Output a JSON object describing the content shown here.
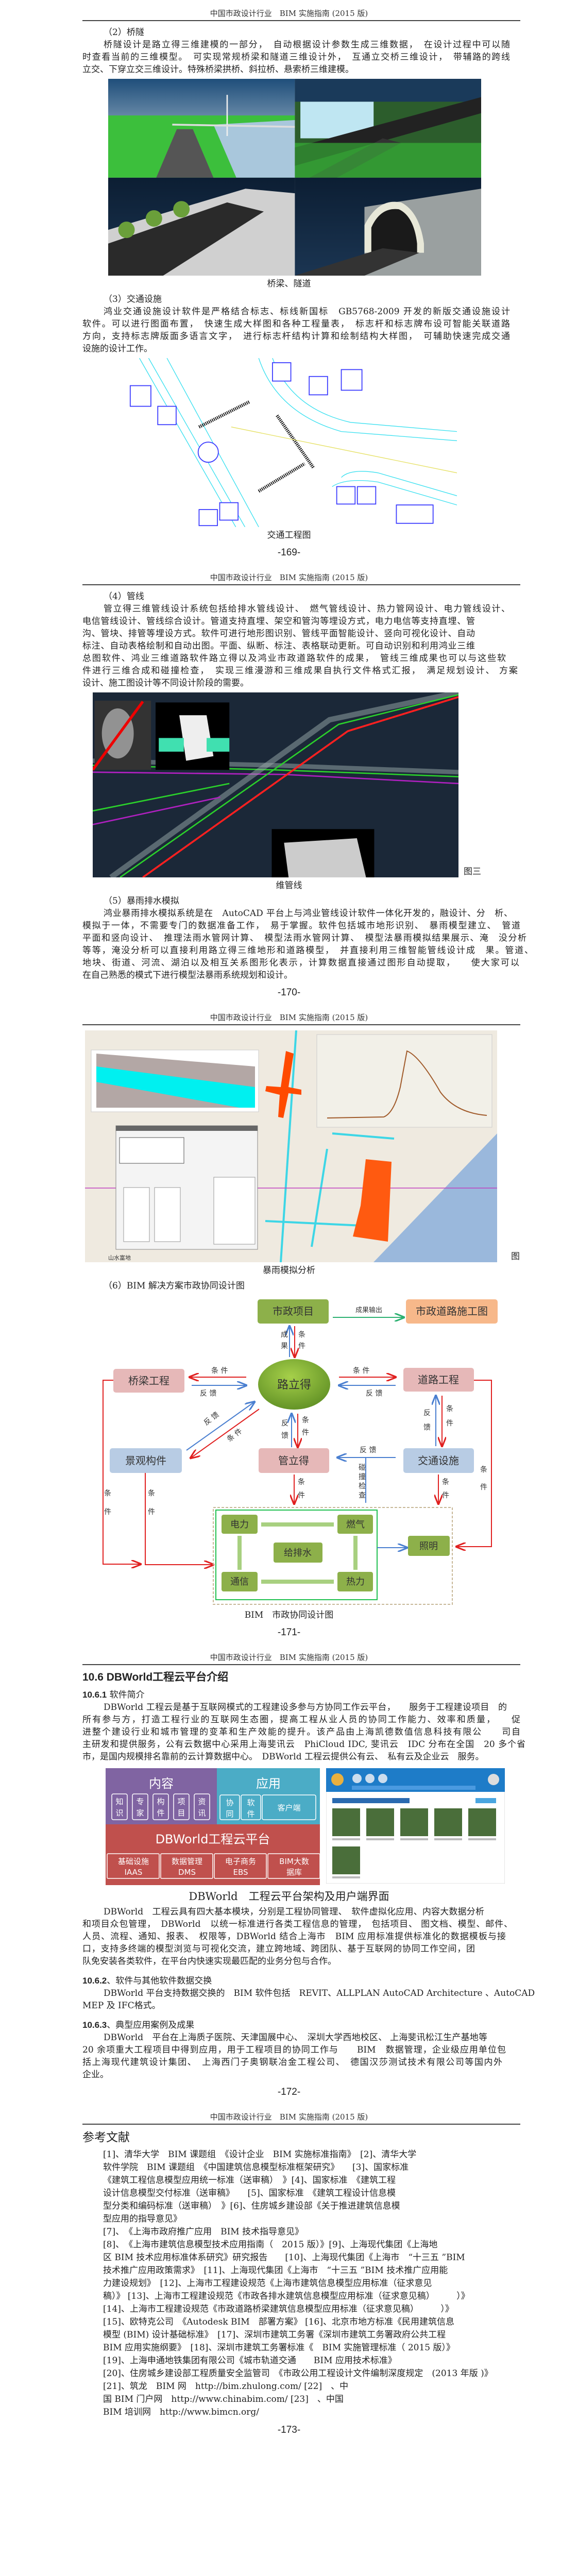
{
  "running_header": "中国市政设计行业　BIM 实施指南 (2015 版)",
  "page1": {
    "heading_bridge": "（2）桥隧",
    "bridge_lines": [
      "桥隧设计是路立得三维建模的一部分，　自动根据设计参数生成三维数据，　在设计过程中可以随",
      "时查看当前的三维模型。　可实现常规桥梁和隧道三维设计外，　互通立交桥三维设计，　带辅路的跨线",
      "立交、下穿立交三维设计。特殊桥梁拱桥、斜拉桥、悬索桥三维建模。"
    ],
    "bridge_caption": "桥梁、隧道",
    "heading_traffic": "（3）交通设施",
    "traffic_lines": [
      "鸿业交通设施设计软件是严格结合标志、标线新国标　GB5768-2009 开发的新版交通设施设计",
      "软件。可以进行图面布置，　快速生成大样图和各种工程量表，　标志杆和标志牌布设可智能关联道路",
      "方向，支持标志牌版面多语言文字，　进行标志杆结构计算和绘制结构大样图，　可辅助快速完成交通",
      "设施的设计工作。"
    ],
    "traffic_caption": "交通工程图",
    "page_number": "-169-"
  },
  "page2": {
    "heading_pipe": "（4）管线",
    "pipe_lines": [
      "管立得三维管线设计系统包括给排水管线设计、　燃气管线设计、热力管网设计、电力管线设计、",
      "电信管线设计、管线综合设计。管道支持直埋、架空和管沟等埋设方式，电力电信等支持直埋、管",
      "沟、管块、排管等埋设方式。软件可进行地形图识别、管线平面智能设计、竖向可视化设计、自动",
      "标注、自动表格绘制和自动出图。平面、纵断、标注、表格联动更新。可自动识别和利用鸿业三维",
      "总图软件、鸿业三维道路软件路立得以及鸿业市政道路软件的成果，　管线三维成果也可以与这些软",
      "件进行三维合成和碰撞检查，　实现三维漫游和三维成果自执行文件格式汇报，　满足规划设计、 方案",
      "设计、施工图设计等不同设计阶段的需要。"
    ],
    "pipe_caption_side": "图三",
    "pipe_caption": "维管线",
    "heading_storm": "（5）暴雨排水模拟",
    "storm_lines": [
      "鸿业暴雨排水模拟系统是在　AutoCAD 平台上与鸿业管线设计软件一体化开发的，融设计、分　析、",
      "模拟于一体，不需要专门的数据准备工作，　易于掌握。软件包括城市地形识别、　暴雨模型建立、　管道",
      "平面和竖向设计、　推理法雨水管网计算、　模型法雨水管网计算、　模型法暴雨模拟结果展示、淹　没分析",
      "等等，淹没分析可以直接利用路立得三维地形和道路模型，　并直接利用三维智能管线设计成　果。管道、",
      "地块、街道、河流、湖泊以及相互关系图形化表示，计算数据直接通过图形自动提取，　　使大家可以",
      "在自己熟悉的模式下进行模型法暴雨系统规划和设计。"
    ],
    "page_number": "-170-"
  },
  "page3": {
    "storm_caption_side": "图",
    "storm_caption": "暴雨模拟分析",
    "map_label": "山水富地",
    "heading_collab": "（6）BIM 解决方案市政协同设计图",
    "diagram": {
      "municipal_project": "市政项目",
      "road_drawings": "市政道路施工图",
      "output_label": "成果输出",
      "bridge": "桥梁工程",
      "luli": "路立得",
      "road": "道路工程",
      "landscape": "景观构件",
      "guanli": "管立得",
      "traffic": "交通设施",
      "power": "电力",
      "gas": "燃气",
      "water": "给排水",
      "telecom": "通信",
      "heat": "热力",
      "lighting": "照明",
      "cond": "条",
      "cond2": "件",
      "cond_h": "条 件",
      "fb": "反",
      "fb2": "馈",
      "fb_h": "反 馈",
      "res": "成",
      "res2": "果",
      "clash": [
        "碰",
        "撞",
        "检",
        "查"
      ]
    },
    "diagram_caption": "BIM　市政协同设计图",
    "page_number": "-171-"
  },
  "page4": {
    "section_title": "10.6 DBWorld工程云平台介绍",
    "sub1_num": "10.6.1",
    "sub1_title": " 软件简介",
    "intro_lines": [
      "DBWorld 工程云是基于互联网模式的工程建设多参与方协同工作云平台，　　服务于工程建设项目　的",
      "所有参与方，打造工程行业的互联网生态圈，提高工程从业人员的协同工作能力、效率和质量，　　促",
      "进整个建设行业和城市管理的变革和生产效能的提升。该产品由上海凯德数值信息科技有限公　　司自",
      "主研发和提供服务，公有云数据中心采用上海斐讯云　PhiCloud IDC, 斐讯云　IDC 分布在全国　20 多个省",
      "市，是国内规模排名靠前的云计算数据中心。　DBWorld 工程云提供公有云、　私有云及企业云　服务。"
    ],
    "arch": {
      "content": "内容",
      "content_items": [
        "知识",
        "专家",
        "构件",
        "项目",
        "资讯"
      ],
      "app": "应用",
      "app_items": [
        "协同",
        "软件",
        "客户端"
      ],
      "platform": "DBWorld工程云平台",
      "base_items": [
        {
          "line1": "基础设施",
          "line2": "IAAS"
        },
        {
          "line1": "数据管理",
          "line2": "DMS"
        },
        {
          "line1": "电子商务",
          "line2": "EBS"
        },
        {
          "line1": "BIM大数",
          "line2": "据库"
        }
      ]
    },
    "figure_caption": "DBWorld　工程云平台架构及用户端界面",
    "module_lines": [
      "DBWorld　工程云具有四大基本模块，分别是工程协同管理、　软件虚拟化应用、内容大数据分析",
      "和项目众包管理，　DBWorld　以统一标准进行各类工程信息的管理，　包括项目、 图文档、模型、邮件、",
      "人员、流程、通知、报表、　权限等，DBWorld 结合上海市　BIM 应用标准提供标准化的数据模板与接",
      "口，支持多终端的模型浏览与可视化交流，建立跨地域、跨团队、基于互联网的协同工作空间，团",
      "队免安装各类软件，在平台内快速实现最匹配的业务分包与合作。"
    ],
    "sub2_num": "10.6.2",
    "sub2_title": "、软件与其他软件数据交换",
    "exchange_lines": [
      "DBWorld 平台支持数据交换的　BIM 软件包括　REVIT、ALLPLAN AutoCAD Architecture 、AutoCAD",
      "MEP 及 IFC格式。"
    ],
    "sub3_num": "10.6.3",
    "sub3_title": "、典型应用案例及成果",
    "case_lines": [
      "DBWorld　平台在上海质子医院、天津国展中心、　深圳大学西地校区、 上海斐讯松江生产基地等",
      "20 余项重大工程项目中得到应用，用于工程项目的协同工作与　　BIM　数据管理，企业级应用单位包",
      "括上海现代建筑设计集团、　上海西门子奥钢联冶金工程公司、　德国汉莎测试技术有限公司等国内外",
      "企业。"
    ],
    "page_number": "-172-"
  },
  "page5": {
    "title": "参考文献",
    "ref_lines": [
      "[1]、清华大学　BIM 课题组　《设计企业　BIM 实施标准指南》　[2]、清华大学",
      "软件学院　BIM 课题组　《中国建筑信息模型标准框架研究》　　[3]、国家标准",
      "《建筑工程信息模型应用统一标准（送审稿）　》[4]、国家标准　《建筑工程",
      "设计信息模型交付标准（送审稿》　　[5]、国家标准　《建筑工程设计信息模",
      "型分类和编码标准（送审稿）　》[6]、住房城乡建设部《关于推进建筑信息模",
      "型应用的指导意见》",
      "[7]、　《上海市政府推广应用　BIM 技术指导意见》",
      "[8]、　《上海市建筑信息模型技术应用指南（　2015 版）》[9]、上海现代集团《上海地",
      "区 BIM 技术应用标准体系研究》研究报告　　[10]、上海现代集团《上海市　“十三五 ”BIM",
      "技术推广应用政策需求》　[11]、上海现代集团《上海市　“十三五 ”BIM 技术推广应用能",
      "力建设规划》　[12]、上海市工程建设规范《上海市建筑信息模型应用标准（征求意见",
      "稿）》 [13]、上海市工程建设规范《市政各排水建筑信息模型应用标准（征求意见稿）　　　）》",
      "[14]、上海市工程建设规范《市政道路桥梁建筑信息模型应用标准（征求意见稿）　　　）》",
      "[15]、欧特克公司　《Autodesk BIM　部署方案》 [16]、北京市地方标准《民用建筑信息",
      "模型 (BIM) 设计基础标准》　[17]、深圳市建筑工务署《深圳市建筑工务署政府公共工程",
      "BIM 应用实施纲要》　[18]、深圳市建筑工务署标准《　BIM 实施管理标准（ 2015 版）》",
      "[19]、上海申通地铁集团有限公司《城市轨道交通　　BIM 应用技术标准》",
      "[20]、住房城乡建设部工程质量安全监管司　《市政公用工程设计文件编制深度规定　(2013 年版 )》",
      "[21]、筑龙　BIM 网　http://bim.zhulong.com/ [22]　、中",
      "国 BIM 门户网　http://www.chinabim.com/ [23]　、中国",
      "BIM 培训网　http://www.bimcn.org/"
    ],
    "page_number": "-173-"
  },
  "colors": {
    "green_box": "#8db04a",
    "pink_box": "#e6b8b8",
    "blue_box": "#b8cce4",
    "orange_box": "#f7b88a",
    "purple": "#8064a2",
    "teal": "#4bacc6",
    "red": "#c0504d"
  }
}
